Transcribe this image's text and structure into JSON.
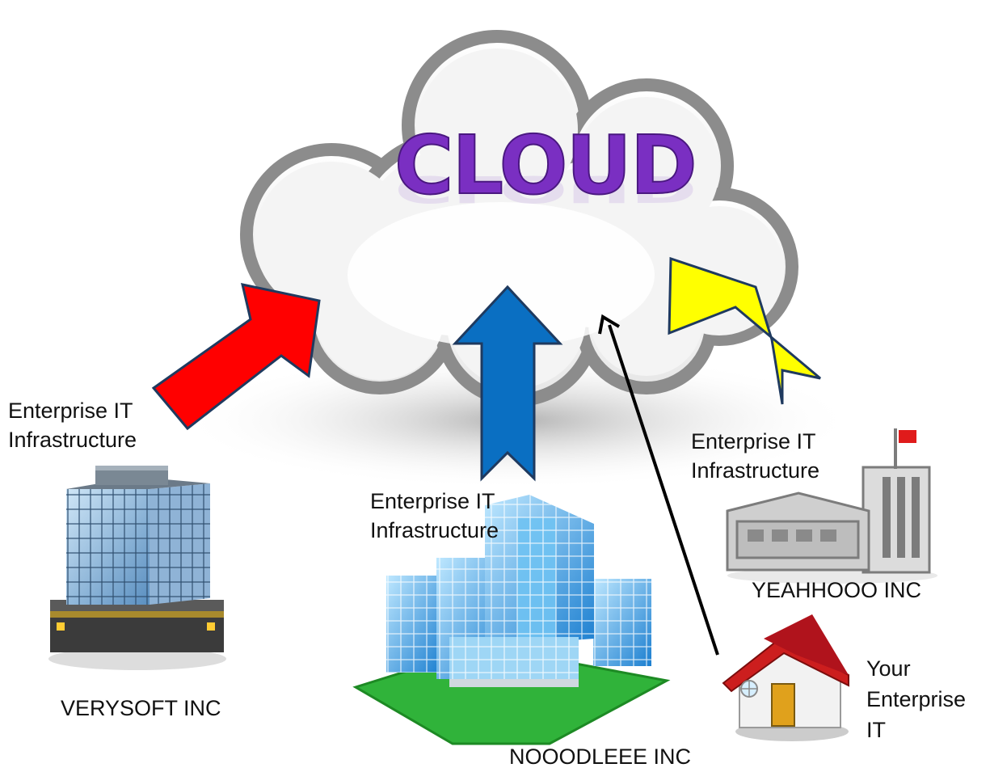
{
  "cloud": {
    "title": "CLOUD"
  },
  "companies": {
    "verysoft": {
      "name": "VERYSOFT INC",
      "label_line1": "Enterprise IT",
      "label_line2": "Infrastructure",
      "arrow_color": "#ff0000"
    },
    "nooodleee": {
      "name": "NOOODLEEE INC",
      "label_line1": "Enterprise IT",
      "label_line2": "Infrastructure",
      "arrow_color": "#0a6fc2"
    },
    "yeahhooo": {
      "name": "YEAHHOOO INC",
      "label_line1": "Enterprise IT",
      "label_line2": "Infrastructure",
      "arrow_color": "#ffff00"
    },
    "yours": {
      "line1": "Your",
      "line2": "Enterprise",
      "line3": "IT",
      "arrow_color": "#000000"
    }
  },
  "icons": [
    "cloud-icon",
    "office-tower-icon",
    "glass-building-icon",
    "factory-icon",
    "house-icon"
  ]
}
